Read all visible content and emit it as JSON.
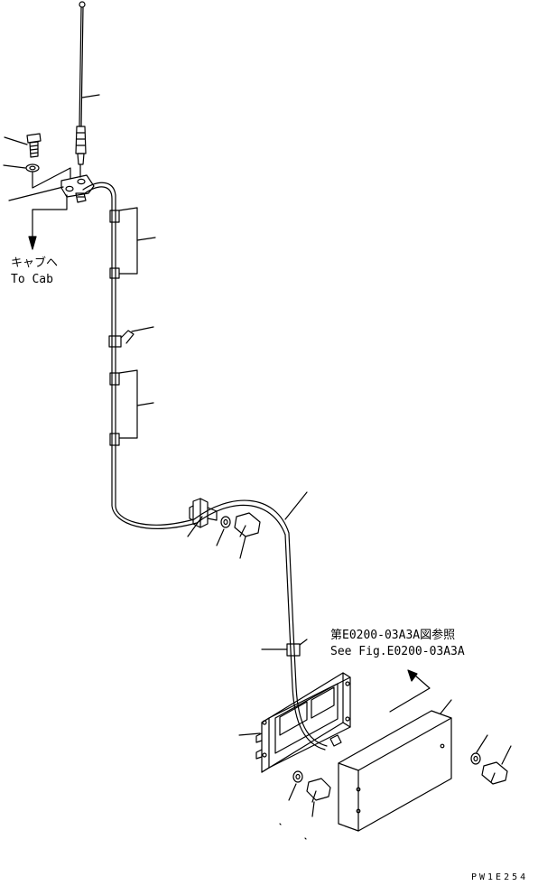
{
  "diagram": {
    "labels": {
      "to_cab_jp": "キャブヘ",
      "to_cab_en": "To Cab",
      "ref_jp": "第E0200-03A3A図参照",
      "ref_en": "See Fig.E0200-03A3A"
    },
    "drawing_code": "PW1E254"
  }
}
